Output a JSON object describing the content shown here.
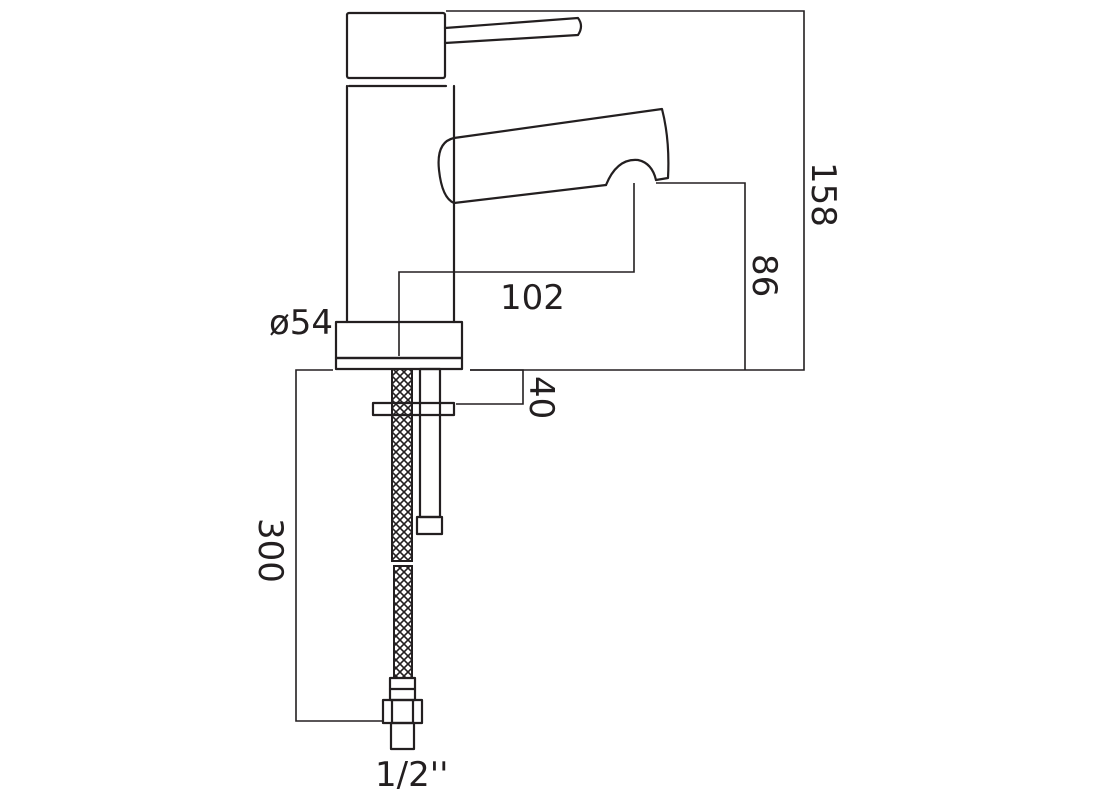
{
  "dimensions": {
    "overall_height": "158",
    "spout_height": "86",
    "spout_reach": "102",
    "base_diameter": "ø54",
    "max_deck_thickness": "40",
    "hose_length": "300",
    "connection_size": "1/2''"
  },
  "colors": {
    "line": "#231f20",
    "background": "#ffffff"
  }
}
